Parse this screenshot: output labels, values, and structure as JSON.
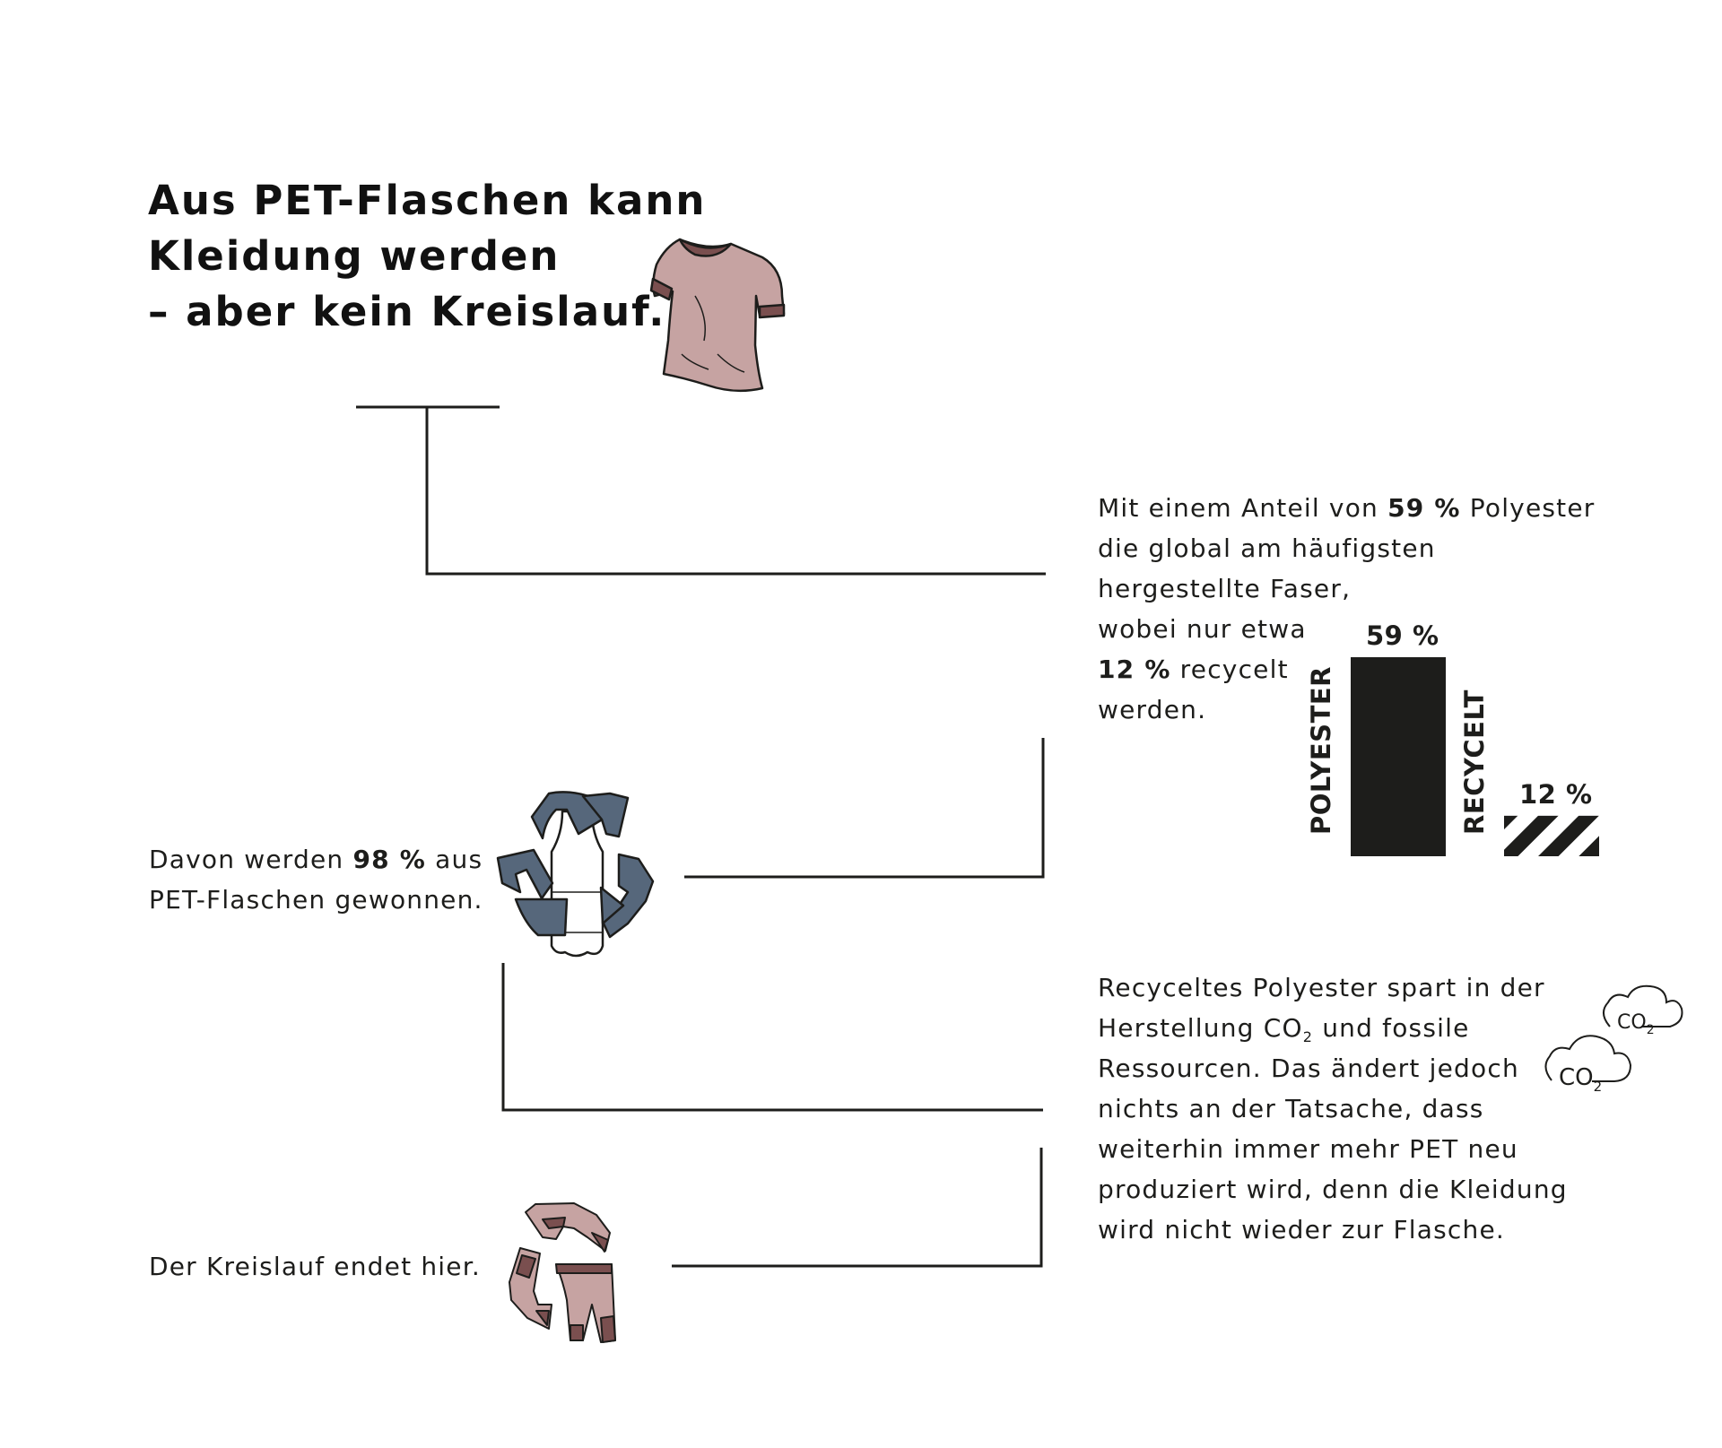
{
  "title": {
    "line1": "Aus PET-Flaschen kann",
    "line2": "Kleidung werden",
    "line3": "– aber kein Kreislauf."
  },
  "fact1": {
    "l1_pre": "Mit einem Anteil von ",
    "l1_bold": "59 %",
    "l1_post": " Polyester",
    "l2": "die global am häufigsten",
    "l3": "hergestellte Faser,",
    "l4": "wobei nur etwa",
    "l5_bold": "12 %",
    "l5_post": " recycelt",
    "l6": "werden."
  },
  "chart_data": {
    "type": "bar",
    "categories": [
      "POLYESTER",
      "RECYCELT"
    ],
    "values": [
      59,
      12
    ],
    "value_labels": [
      "59 %",
      "12 %"
    ],
    "bar_colors": [
      "#1d1d1b",
      "striped"
    ],
    "ylim": [
      0,
      59
    ]
  },
  "fact2": {
    "l1_pre": "Davon werden ",
    "l1_bold": "98 %",
    "l1_post": " aus",
    "l2": "PET-Flaschen gewonnen."
  },
  "fact3": {
    "l1": "Recyceltes Polyester spart in der",
    "l2_pre": "Herstellung CO",
    "l2_sub": "2",
    "l2_post": " und fossile",
    "l3": "Ressourcen. Das ändert jedoch",
    "l4": "nichts an der Tatsache, dass",
    "l5": "weiterhin immer mehr PET neu",
    "l6": "produziert wird, denn die Kleidung",
    "l7": "wird nicht wieder zur Flasche."
  },
  "fact4": {
    "l1": "Der Kreislauf endet hier."
  },
  "co2_cloud": {
    "text": "CO",
    "sub": "2"
  },
  "icons": [
    "tshirt-icon",
    "recycling-bottle-icon",
    "clothing-recycle-icon",
    "co2-cloud-icon"
  ],
  "colors": {
    "text": "#1d1d1b",
    "shirt": "#c6a3a2",
    "shirt_dark": "#7a4f4f",
    "recycle_arrows": "#56677b",
    "lines": "#1d1d1b"
  }
}
